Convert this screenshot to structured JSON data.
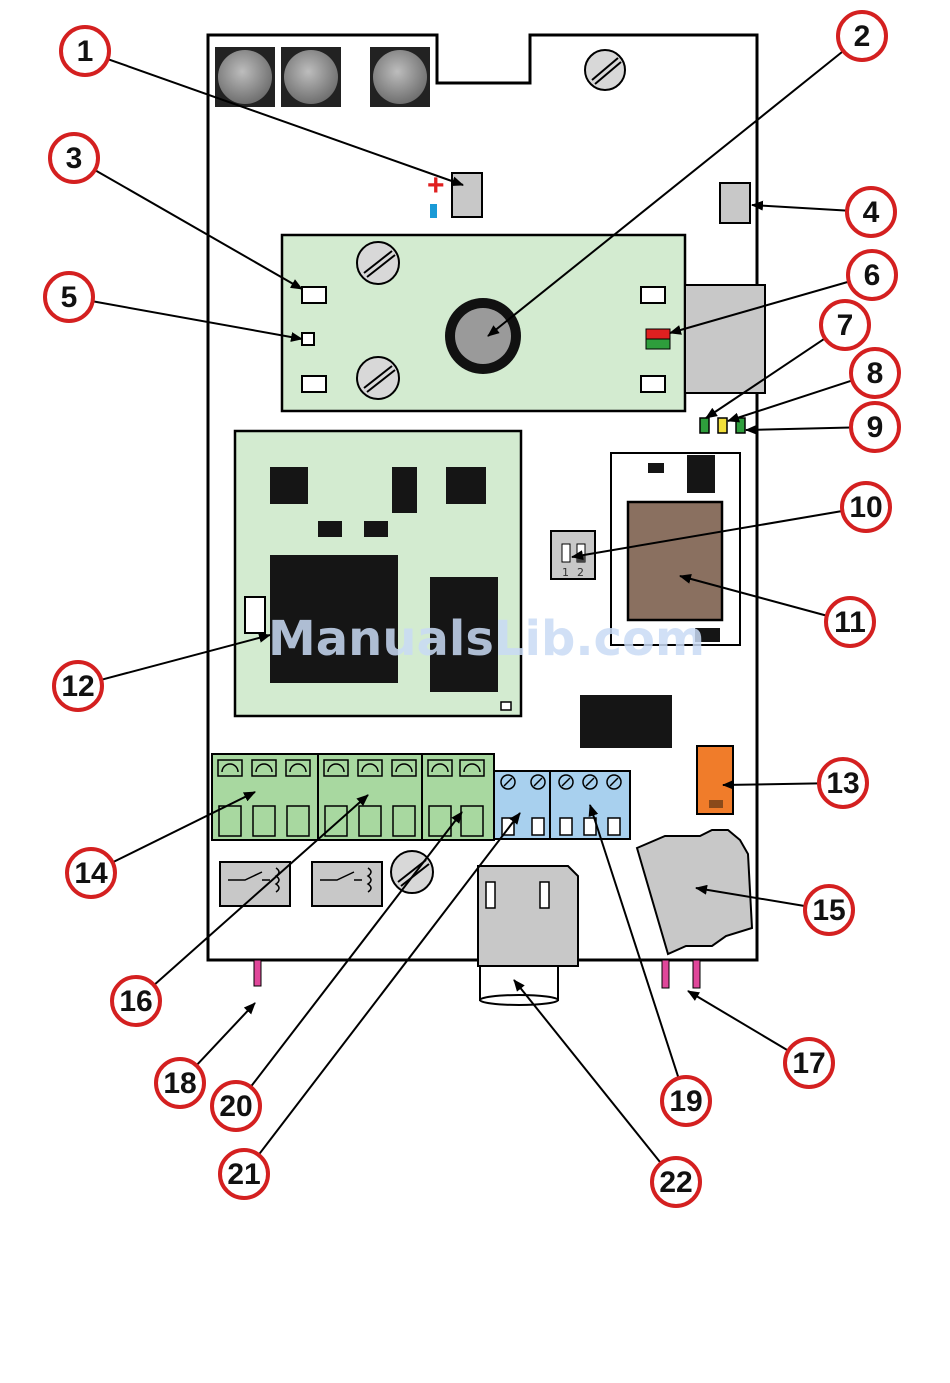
{
  "diagram": {
    "callouts": [
      {
        "number": "1"
      },
      {
        "number": "2"
      },
      {
        "number": "3"
      },
      {
        "number": "4"
      },
      {
        "number": "5"
      },
      {
        "number": "6"
      },
      {
        "number": "7"
      },
      {
        "number": "8"
      },
      {
        "number": "9"
      },
      {
        "number": "10"
      },
      {
        "number": "11"
      },
      {
        "number": "12"
      },
      {
        "number": "13"
      },
      {
        "number": "14"
      },
      {
        "number": "15"
      },
      {
        "number": "16"
      },
      {
        "number": "17"
      },
      {
        "number": "18"
      },
      {
        "number": "19"
      },
      {
        "number": "20"
      },
      {
        "number": "21"
      },
      {
        "number": "22"
      }
    ],
    "polarity_plus": "+",
    "dip_switch_pins": [
      "1",
      "2"
    ],
    "watermark": "ManualsLib.com"
  },
  "colors": {
    "callout_ring": "#d42020",
    "board_outline": "#000000",
    "module_green": "#d3ebd0",
    "terminal_green": "#a8d8a0",
    "terminal_blue": "#a8d0ee",
    "relay_brown": "#8a7060",
    "fuse_orange": "#f07c2a",
    "component_grey": "#c8c8c8",
    "led_green": "#2e9e3c",
    "led_yellow": "#f2df3a",
    "dark_chip": "#151515",
    "plus_red": "#e02020",
    "minus_blue": "#1a9ad6",
    "pin_pink": "#e0479a"
  }
}
